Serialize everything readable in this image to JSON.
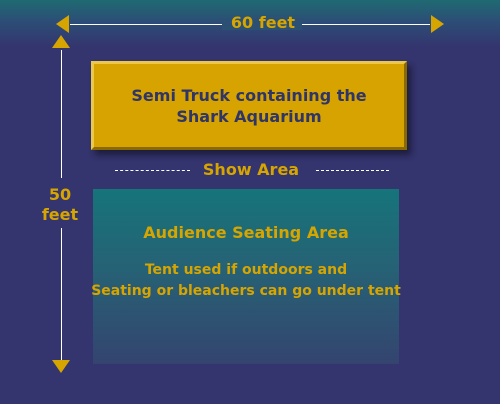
{
  "colors": {
    "background": "#34346e",
    "accent_gold": "#d7a500",
    "truck_fill": "#d7a300",
    "truck_text": "#2f3566",
    "seating_fill": "#16747a",
    "lines": "#ffffff"
  },
  "dimensions": {
    "width_label": "60 feet",
    "height_number": "50",
    "height_unit": "feet"
  },
  "truck": {
    "label": "Semi Truck containing the\nShark Aquarium"
  },
  "show_area": {
    "label": "Show Area"
  },
  "seating": {
    "title": "Audience Seating Area",
    "note": "Tent used if outdoors and\nSeating or bleachers can go under tent"
  }
}
